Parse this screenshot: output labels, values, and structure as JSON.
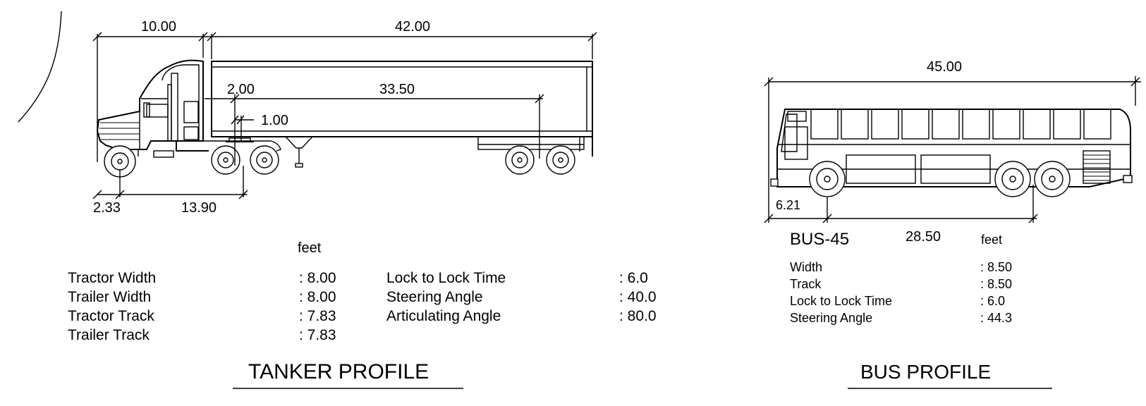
{
  "tanker": {
    "dims": {
      "cab_length": "10.00",
      "trailer_length": "42.00",
      "kingpin_offset": "2.00",
      "axle_span": "33.50",
      "kingpin_small": "1.00",
      "front_overhang": "2.33",
      "wheelbase": "13.90"
    },
    "units": "feet",
    "specs_left": [
      {
        "label": "Tractor Width",
        "value": ": 8.00"
      },
      {
        "label": "Trailer Width",
        "value": ": 8.00"
      },
      {
        "label": "Tractor Track",
        "value": ": 7.83"
      },
      {
        "label": "Trailer Track",
        "value": ": 7.83"
      }
    ],
    "specs_right": [
      {
        "label": "Lock to Lock Time",
        "value": ":  6.0"
      },
      {
        "label": "Steering Angle",
        "value": ":  40.0"
      },
      {
        "label": "Articulating Angle",
        "value": ":  80.0"
      }
    ],
    "title": "TANKER PROFILE"
  },
  "bus": {
    "dims": {
      "length": "45.00",
      "front_overhang": "6.21",
      "wheelbase": "28.50"
    },
    "name": "BUS-45",
    "units": "feet",
    "specs": [
      {
        "label": "Width",
        "value": ":  8.50"
      },
      {
        "label": "Track",
        "value": ":  8.50"
      },
      {
        "label": "Lock to Lock Time",
        "value": ":  6.0"
      },
      {
        "label": "Steering Angle",
        "value": ":  44.3"
      }
    ],
    "title": "BUS PROFILE"
  }
}
